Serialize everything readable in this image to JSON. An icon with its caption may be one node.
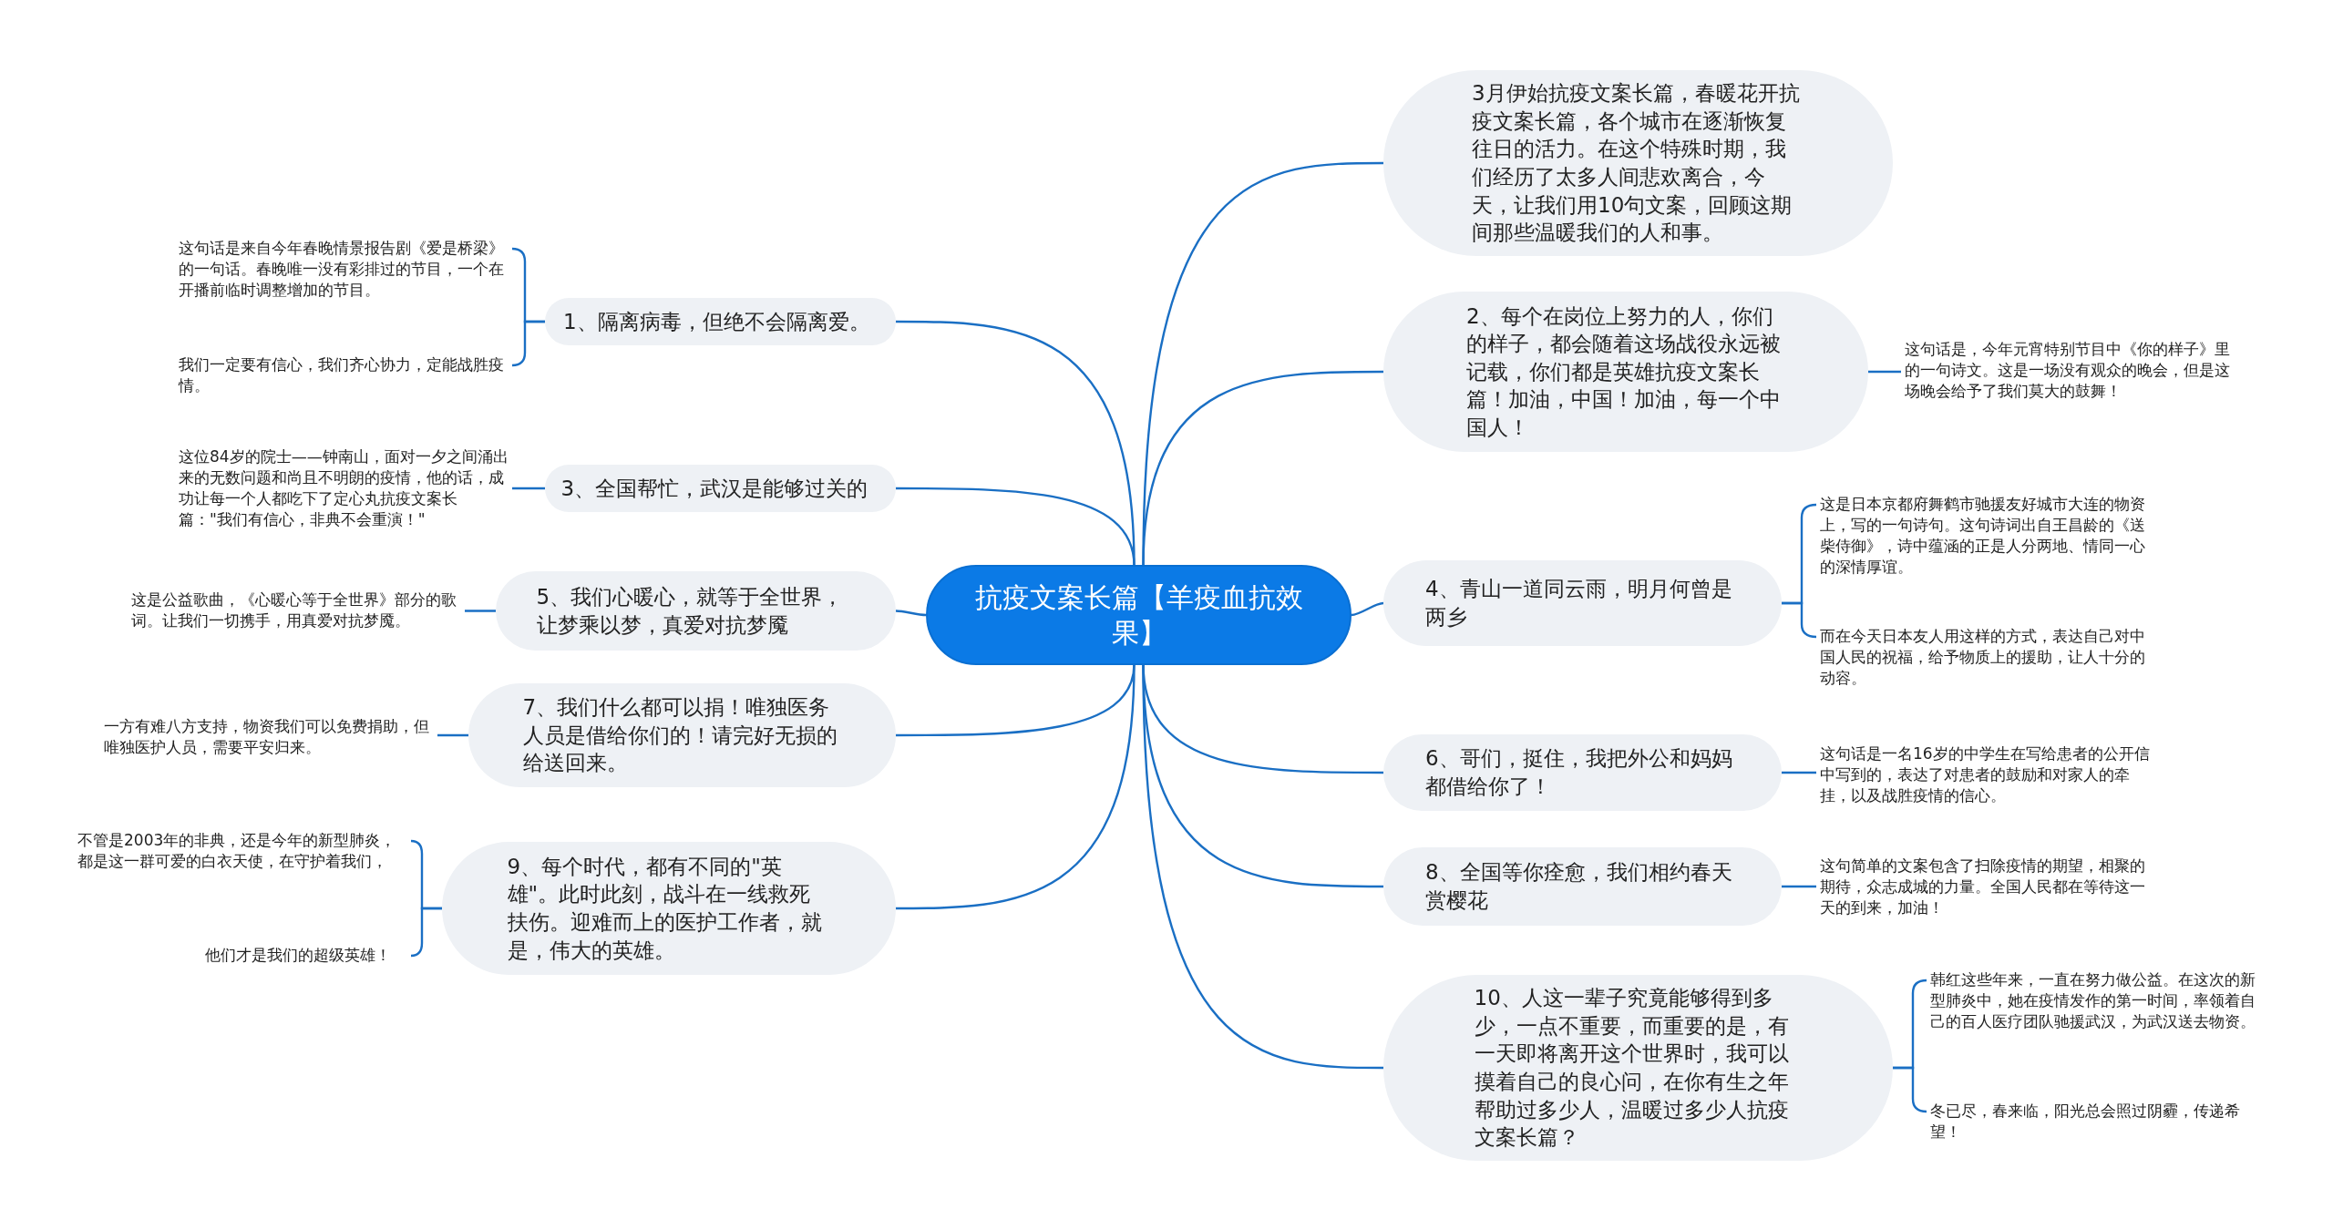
{
  "diagram": {
    "nodes": [
      {
        "text": [
          "抗疫文案长篇【羊疫血抗效果】"
        ]
      },
      {
        "text": [
          "3月伊始抗疫文案长篇，春暖花开抗疫文案长篇，各个城市在逐渐恢复往日的活力。在这个特殊时期，我们经历了太多人间悲欢离合，今天，让我们用10句文案，回顾这期间那些温暖我们的人和事。"
        ]
      },
      {
        "text": [
          "2、每个在岗位上努力的人，你们的样子，都会随着这场战役永远被记载，你们都是英雄抗疫文案长篇！加油，中国！加油，每一个中国人！"
        ]
      },
      {
        "text": [
          "这句话是，今年元宵特别节目中《你的样子》里的一句诗文。这是一场没有观众的晚会，但是这场晚会给予了我们莫大的鼓舞！"
        ]
      },
      {
        "text": [
          "4、青山一道同云雨，明月何曾是两乡"
        ]
      },
      {
        "text": [
          "这是日本京都府舞鹤市驰援友好城市大连的物资上，写的一句诗句。这句诗词出自王昌龄的《送柴侍御》，诗中蕴涵的正是人分两地、情同一心的深情厚谊。"
        ]
      },
      {
        "text": [
          "而在今天日本友人用这样的方式，表达自己对中国人民的祝福，给予物质上的援助，让人十分的动容。"
        ]
      },
      {
        "text": [
          "6、哥们，挺住，我把外公和妈妈都借给你了！"
        ]
      },
      {
        "text": [
          "这句话是一名16岁的中学生在写给患者的公开信中写到的，表达了对患者的鼓励和对家人的牵挂，以及战胜疫情的信心。"
        ]
      },
      {
        "text": [
          "8、全国等你痊愈，我们相约春天赏樱花"
        ]
      },
      {
        "text": [
          "这句简单的文案包含了扫除疫情的期望，相聚的期待，众志成城的力量。全国人民都在等待这一天的到来，加油！"
        ]
      },
      {
        "text": [
          "10、人这一辈子究竟能够得到多少，一点不重要，而重要的是，有一天即将离开这个世界时，我可以摸着自己的良心问，在你有生之年帮助过多少人，温暖过多少人抗疫文案长篇？"
        ]
      },
      {
        "text": [
          "韩红这些年来，一直在努力做公益。在这次的新型肺炎中，她在疫情发作的第一时间，率领着自己的百人医疗团队驰援武汉，为武汉送去物资。"
        ]
      },
      {
        "text": [
          "冬已尽，春来临，阳光总会照过阴霾，传递希望！"
        ]
      },
      {
        "text": [
          "1、隔离病毒，但绝不会隔离爱。"
        ]
      },
      {
        "text": [
          "这句话是来自今年春晚情景报告剧《爱是桥梁》的一句话。春晚唯一没有彩排过的节目，一个在开播前临时调整增加的节目。"
        ]
      },
      {
        "text": [
          "我们一定要有信心，我们齐心协力，定能战胜疫情。"
        ]
      },
      {
        "text": [
          "3、全国帮忙，武汉是能够过关的"
        ]
      },
      {
        "text": [
          "这位84岁的院士——钟南山，面对一夕之间涌出来的无数问题和尚且不明朗的疫情，他的话，成功让每一个人都吃下了定心丸抗疫文案长篇：\"我们有信心，非典不会重演！\""
        ]
      },
      {
        "text": [
          "5、我们心暖心，就等于全世界，让梦乘以梦，真爱对抗梦魇"
        ]
      },
      {
        "text": [
          "这是公益歌曲，《心暖心等于全世界》部分的歌词。让我们一切携手，用真爱对抗梦魇。"
        ]
      },
      {
        "text": [
          "7、我们什么都可以捐！唯独医务人员是借给你们的！请完好无损的给送回来。"
        ]
      },
      {
        "text": [
          "一方有难八方支持，物资我们可以免费捐助，但唯独医护人员，需要平安归来。"
        ]
      },
      {
        "text": [
          "9、每个时代，都有不同的\"英雄\"。此时此刻，战斗在一线救死扶伤。迎难而上的医护工作者，就是，伟大的英雄。"
        ]
      },
      {
        "text": [
          "不管是2003年的非典，还是今年的新型肺炎，都是这一群可爱的白衣天使，在守护着我们，"
        ]
      },
      {
        "text": [
          "他们才是我们的超级英雄！"
        ]
      }
    ],
    "edges": [
      {
        "from": 0,
        "to": 1,
        "arrow": "none"
      },
      {
        "from": 0,
        "to": 2,
        "arrow": "none"
      },
      {
        "from": 2,
        "to": 3,
        "arrow": "none"
      },
      {
        "from": 0,
        "to": 4,
        "arrow": "none"
      },
      {
        "from": 4,
        "to": 5,
        "arrow": "none"
      },
      {
        "from": 4,
        "to": 6,
        "arrow": "none"
      },
      {
        "from": 0,
        "to": 7,
        "arrow": "none"
      },
      {
        "from": 7,
        "to": 8,
        "arrow": "none"
      },
      {
        "from": 0,
        "to": 9,
        "arrow": "none"
      },
      {
        "from": 9,
        "to": 10,
        "arrow": "none"
      },
      {
        "from": 0,
        "to": 11,
        "arrow": "none"
      },
      {
        "from": 11,
        "to": 12,
        "arrow": "none"
      },
      {
        "from": 11,
        "to": 13,
        "arrow": "none"
      },
      {
        "from": 0,
        "to": 14,
        "arrow": "none"
      },
      {
        "from": 14,
        "to": 15,
        "arrow": "none"
      },
      {
        "from": 14,
        "to": 16,
        "arrow": "none"
      },
      {
        "from": 0,
        "to": 17,
        "arrow": "none"
      },
      {
        "from": 17,
        "to": 18,
        "arrow": "none"
      },
      {
        "from": 0,
        "to": 19,
        "arrow": "none"
      },
      {
        "from": 19,
        "to": 20,
        "arrow": "none"
      },
      {
        "from": 0,
        "to": 21,
        "arrow": "none"
      },
      {
        "from": 21,
        "to": 22,
        "arrow": "none"
      },
      {
        "from": 0,
        "to": 23,
        "arrow": "none"
      },
      {
        "from": 23,
        "to": 24,
        "arrow": "none"
      },
      {
        "from": 23,
        "to": 25,
        "arrow": "none"
      }
    ]
  }
}
